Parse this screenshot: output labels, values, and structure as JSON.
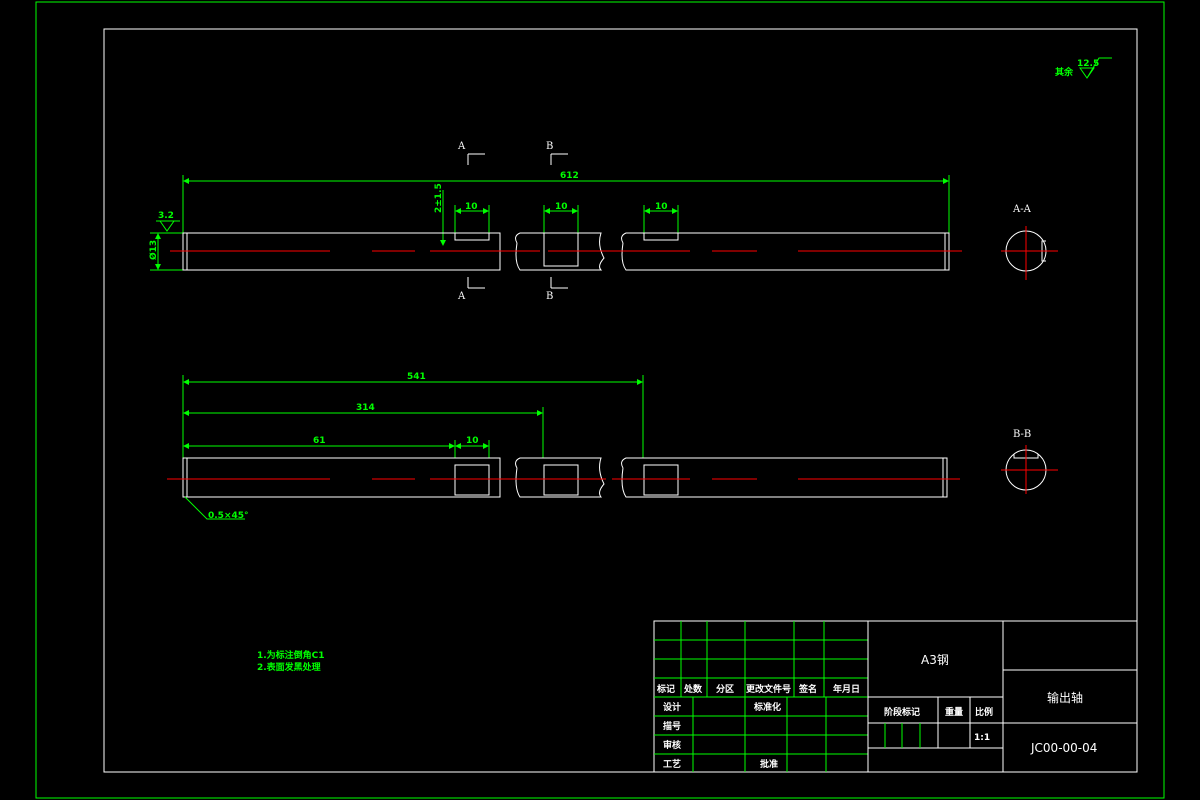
{
  "colors": {
    "border": "#00ff00",
    "part": "#ffffff",
    "centerline": "#ff0000",
    "annotation": "#00ff00"
  },
  "roughness": {
    "other_label": "其余",
    "other_value": "12.5",
    "end_value": "3.2"
  },
  "section_marks": {
    "a": "A",
    "b": "B",
    "aa": "A-A",
    "bb": "B-B"
  },
  "top_view": {
    "overall_length": "612",
    "key_width_a": "10",
    "key_width_b": "10",
    "key_width_c": "10",
    "diameter": "Ø13",
    "depth": "2±1.5"
  },
  "bottom_view": {
    "dim_541": "541",
    "dim_314": "314",
    "dim_61": "61",
    "dim_10": "10",
    "chamfer": "0.5×45°"
  },
  "notes": {
    "line1": "1.为标注倒角C1",
    "line2": "2.表面发黑处理"
  },
  "title_block": {
    "material": "A3钢",
    "part_name": "输出轴",
    "drawing_number": "JC00-00-04",
    "scale": "1:1",
    "header": {
      "mark": "标记",
      "count": "处数",
      "zone": "分区",
      "change_doc": "更改文件号",
      "sign": "签名",
      "date": "年月日"
    },
    "roles": {
      "design": "设计",
      "standardize": "标准化",
      "draft": "描号",
      "review": "审核",
      "process": "工艺",
      "approve": "批准"
    },
    "stage_mark": "阶段标记",
    "weight": "重量",
    "scale_label": "比例"
  }
}
